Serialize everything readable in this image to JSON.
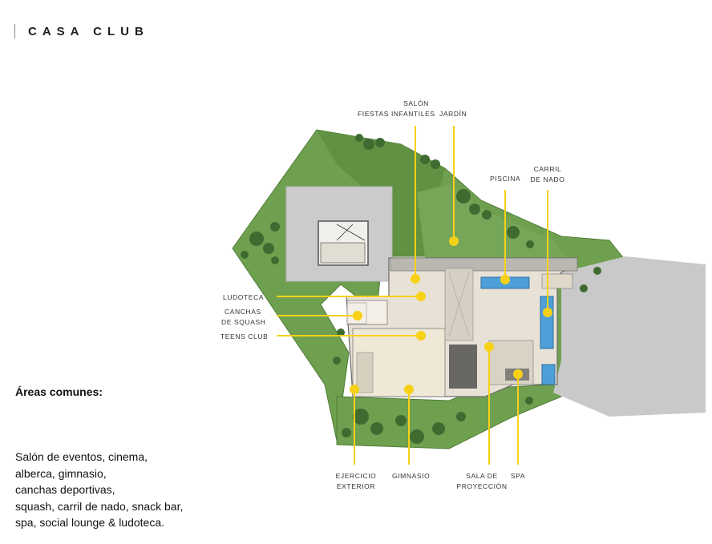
{
  "header": {
    "title": "CASA CLUB"
  },
  "areas": {
    "heading": "Áreas comunes:",
    "lines": [
      "Salón de eventos, cinema,",
      "alberca, gimnasio,",
      "canchas deportivas,",
      "squash, carril de nado, snack bar,",
      "spa, social lounge & ludoteca."
    ]
  },
  "labels": {
    "salon_fiestas": [
      "SALÓN",
      "FIESTAS INFANTILES"
    ],
    "jardin": "JARDÍN",
    "piscina": "PISCINA",
    "carril_nado": [
      "CARRIL",
      "DE NADO"
    ],
    "ludoteca": "LUDOTECA",
    "canchas_squash": [
      "CANCHAS",
      "DE SQUASH"
    ],
    "teens_club": "TEENS CLUB",
    "ejercicio_exterior": [
      "EJERCICIO",
      "EXTERIOR"
    ],
    "gimnasio": "GIMNASIO",
    "sala_proyeccion": [
      "SALA DE",
      "PROYECCIÓN"
    ],
    "spa": "SPA"
  },
  "colors": {
    "marker": "#f7d117",
    "lawn": "#6fa04f",
    "lawn_dark": "#5b8b3f",
    "tree": "#3f6b30",
    "paving": "#c9c9c9",
    "pool": "#4e9fd8",
    "building": "#e7e1d5"
  }
}
